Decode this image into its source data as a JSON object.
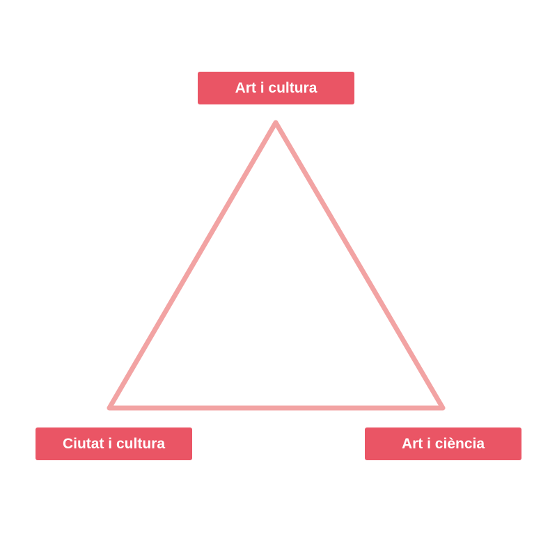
{
  "colors": {
    "label_fill": "#ea5565",
    "label_text": "#ffffff",
    "triangle_stroke": "#f2a3a3",
    "background": "#ffffff"
  },
  "labels": {
    "top": "Art i cultura",
    "bottom_left": "Ciutat i cultura",
    "bottom_right": "Art i ciència"
  }
}
